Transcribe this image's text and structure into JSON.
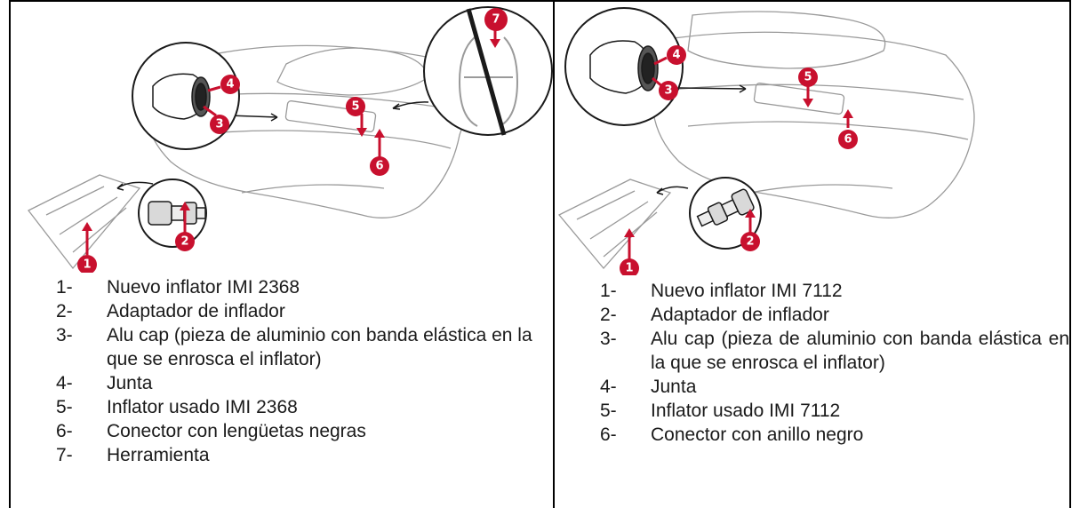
{
  "left_panel": {
    "badges": [
      "1",
      "2",
      "3",
      "4",
      "5",
      "6",
      "7"
    ],
    "items": [
      {
        "num": "1-",
        "text": "Nuevo inflator IMI 2368"
      },
      {
        "num": "2-",
        "text": "Adaptador de inflador"
      },
      {
        "num": "3-",
        "text": "Alu cap (pieza de aluminio con banda elástica en la que se enrosca el inflator)"
      },
      {
        "num": "4-",
        "text": "Junta"
      },
      {
        "num": "5-",
        "text": "Inflator usado IMI 2368"
      },
      {
        "num": "6-",
        "text": "Conector con lengüetas negras"
      },
      {
        "num": "7-",
        "text": "Herramienta"
      }
    ]
  },
  "right_panel": {
    "badges": [
      "1",
      "2",
      "3",
      "4",
      "5",
      "6"
    ],
    "items": [
      {
        "num": "1-",
        "text": "Nuevo inflator IMI 7112"
      },
      {
        "num": "2-",
        "text": "Adaptador de inflador"
      },
      {
        "num": "3-",
        "text": "Alu cap (pieza de aluminio con banda elástica en la que se enrosca el inflator)"
      },
      {
        "num": "4-",
        "text": "Junta"
      },
      {
        "num": "5-",
        "text": "Inflator usado IMI 7112"
      },
      {
        "num": "6-",
        "text": "Conector con anillo negro"
      }
    ]
  },
  "colors": {
    "accent": "#c8102e",
    "line": "#1a1a1a",
    "sketch": "#9a9a9a"
  }
}
